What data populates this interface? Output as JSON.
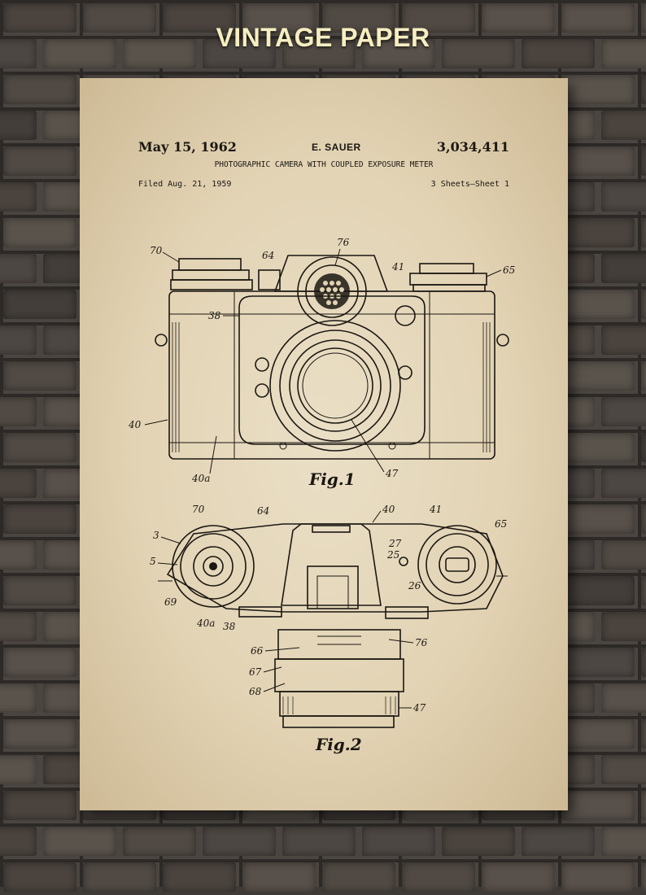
{
  "headline": "VINTAGE PAPER",
  "patent": {
    "date": "May 15, 1962",
    "inventor": "E. SAUER",
    "number": "3,034,411",
    "title": "PHOTOGRAPHIC CAMERA WITH COUPLED EXPOSURE METER",
    "filed": "Filed Aug. 21, 1959",
    "sheets": "3 Sheets—Sheet 1"
  },
  "figures": {
    "fig1": {
      "label": "Fig.1",
      "refs": [
        "70",
        "64",
        "76",
        "41",
        "65",
        "38",
        "40",
        "40a",
        "47"
      ]
    },
    "fig2": {
      "label": "Fig.2",
      "refs": [
        "3",
        "70",
        "64",
        "40",
        "41",
        "65",
        "5",
        "27",
        "25",
        "26",
        "69",
        "40a",
        "38",
        "66",
        "76",
        "67",
        "68",
        "47"
      ]
    }
  },
  "colors": {
    "paper": "#e2d3b4",
    "ink": "#1b1712",
    "headline": "#f6eec0",
    "brick": "#4a4541"
  }
}
